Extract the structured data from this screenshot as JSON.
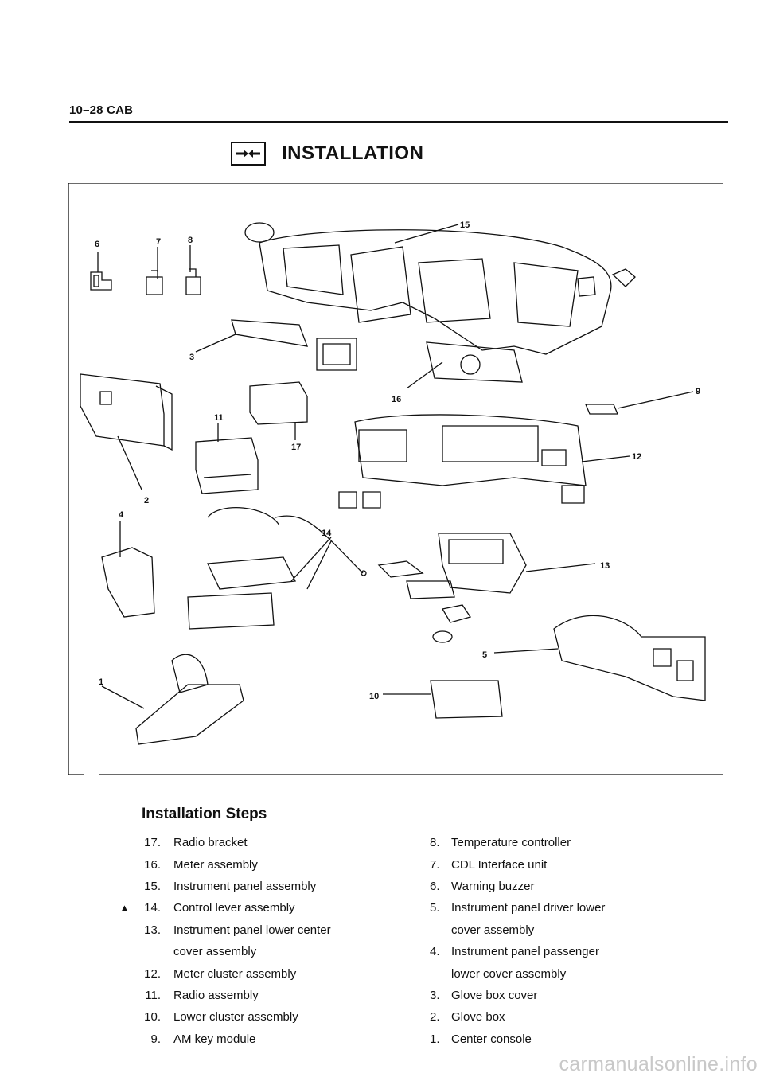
{
  "header": {
    "page_ref": "10–28 CAB"
  },
  "section": {
    "title": "INSTALLATION",
    "icon": "install-arrows-icon"
  },
  "figure": {
    "callouts": [
      "1",
      "2",
      "3",
      "4",
      "5",
      "6",
      "7",
      "8",
      "9",
      "10",
      "11",
      "12",
      "13",
      "14",
      "15",
      "16",
      "17"
    ]
  },
  "steps": {
    "heading": "Installation Steps",
    "left": [
      {
        "mark": "",
        "num": "17.",
        "text": "Radio bracket"
      },
      {
        "mark": "",
        "num": "16.",
        "text": "Meter assembly"
      },
      {
        "mark": "",
        "num": "15.",
        "text": "Instrument panel assembly"
      },
      {
        "mark": "▲",
        "num": "14.",
        "text": "Control lever assembly"
      },
      {
        "mark": "",
        "num": "13.",
        "text": "Instrument panel lower center"
      },
      {
        "mark": "",
        "num": "",
        "text": "cover assembly"
      },
      {
        "mark": "",
        "num": "12.",
        "text": "Meter cluster assembly"
      },
      {
        "mark": "",
        "num": "11.",
        "text": "Radio assembly"
      },
      {
        "mark": "",
        "num": "10.",
        "text": "Lower cluster assembly"
      },
      {
        "mark": "",
        "num": "9.",
        "text": "AM key module"
      }
    ],
    "right": [
      {
        "num": "8.",
        "text": "Temperature controller"
      },
      {
        "num": "7.",
        "text": "CDL Interface unit"
      },
      {
        "num": "6.",
        "text": "Warning buzzer"
      },
      {
        "num": "5.",
        "text": "Instrument panel driver lower"
      },
      {
        "num": "",
        "text": "cover assembly"
      },
      {
        "num": "4.",
        "text": "Instrument panel passenger"
      },
      {
        "num": "",
        "text": "lower cover assembly"
      },
      {
        "num": "3.",
        "text": "Glove box cover"
      },
      {
        "num": "2.",
        "text": "Glove box"
      },
      {
        "num": "1.",
        "text": "Center console"
      }
    ]
  },
  "watermark": "carmanualsonline.info"
}
